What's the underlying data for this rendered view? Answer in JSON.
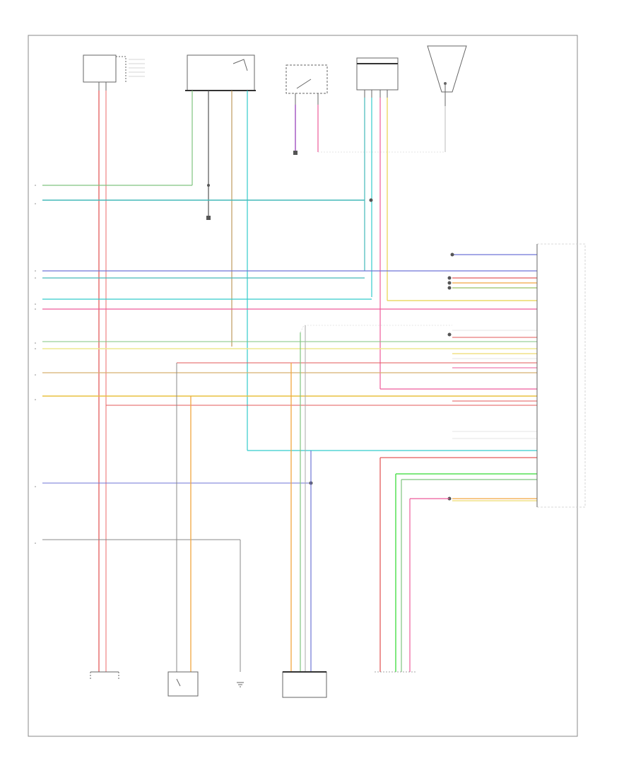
{
  "diagram": {
    "footer_label": "",
    "colors": {
      "green": "#7fc47f",
      "cyan": "#33cccc",
      "teal": "#44b9b9",
      "blue": "#6f74d6",
      "red": "#e35a5a",
      "pink": "#ee5a9a",
      "orange": "#f2a640",
      "yellow": "#e8d24a",
      "lightyellow": "#eee890",
      "brown": "#b89050",
      "violet": "#a050c0",
      "lime": "#55e055",
      "black": "#555555"
    },
    "top_components": [
      {
        "id": "sensor-1",
        "label": ""
      },
      {
        "id": "connector-2",
        "label": ""
      },
      {
        "id": "switch-3",
        "label": ""
      },
      {
        "id": "sensor-4",
        "label": ""
      },
      {
        "id": "switch-5",
        "label": ""
      }
    ],
    "bottom_components": [
      {
        "id": "sensor-a",
        "label": ""
      },
      {
        "id": "sensor-b",
        "label": ""
      },
      {
        "id": "ground-c",
        "label": ""
      },
      {
        "id": "sensor-d",
        "label": ""
      },
      {
        "id": "sensor-e",
        "label": ""
      }
    ],
    "module": {
      "label": ""
    },
    "pin_labels": []
  }
}
